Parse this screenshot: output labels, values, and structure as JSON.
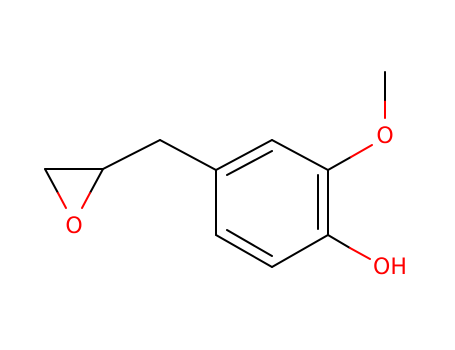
{
  "molecule": {
    "atoms": {
      "ring_oxygen": "O",
      "methoxy_oxygen": "O",
      "hydroxyl": "OH"
    },
    "colors": {
      "bond": "#000000",
      "heteroatom": "#ff0000",
      "background": "#ffffff"
    }
  }
}
